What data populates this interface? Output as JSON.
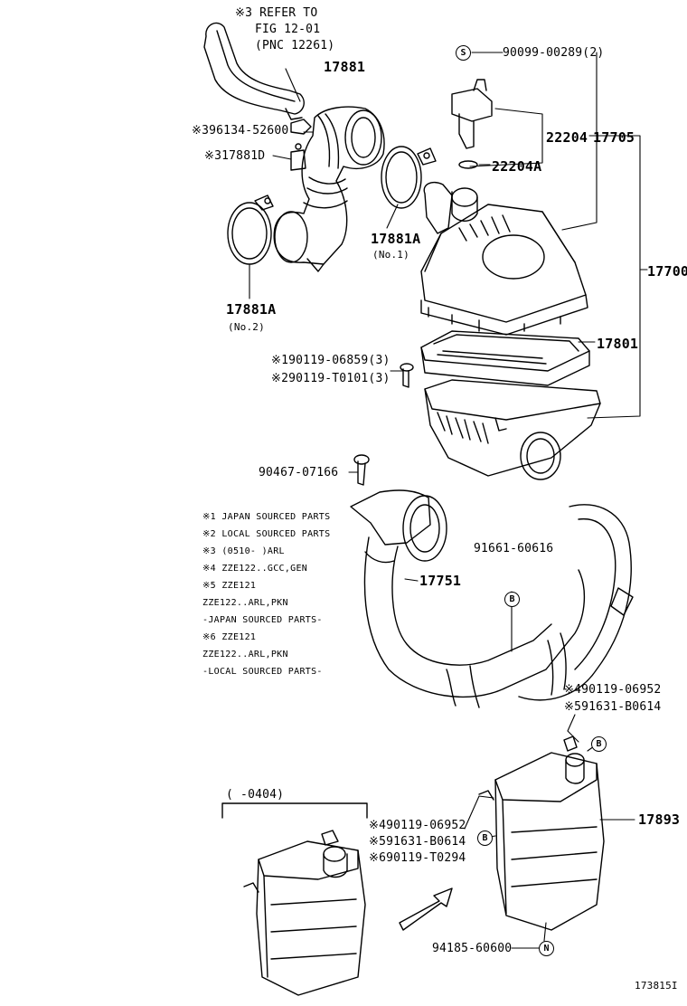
{
  "refer": {
    "line1": "※3 REFER TO",
    "line2": "FIG 12-01",
    "line3": "(PNC 12261)"
  },
  "parts": {
    "p17881": "17881",
    "p96134": "※396134-52600",
    "p17881D": "※317881D",
    "p17881A_1": "17881A",
    "p17881A_1_note": "(No.1)",
    "p17881A_2": "17881A",
    "p17881A_2_note": "(No.2)",
    "p90099": "90099-00289(2)",
    "p22204": "22204",
    "p17705": "17705",
    "p22204A": "22204A",
    "p17700": "17700",
    "p17801": "17801",
    "p90119_06859": "※190119-06859(3)",
    "p90119_T0101": "※290119-T0101(3)",
    "p90467": "90467-07166",
    "p91661": "91661-60616",
    "p17751": "17751",
    "p90119_06952_a": "※490119-06952",
    "p91631_a": "※591631-B0614",
    "p17893": "17893",
    "p90119_06952_b": "※490119-06952",
    "p91631_b": "※591631-B0614",
    "p90119_T0294": "※690119-T0294",
    "p94185": "94185-60600",
    "range": "(      -0404)"
  },
  "notes": [
    "※1 JAPAN SOURCED PARTS",
    "※2 LOCAL SOURCED PARTS",
    "※3 (0510-     )ARL",
    "※4 ZZE122..GCC,GEN",
    "※5 ZZE121",
    "    ZZE122..ARL,PKN",
    "    -JAPAN SOURCED PARTS-",
    "※6 ZZE121",
    "    ZZE122..ARL,PKN",
    "    -LOCAL SOURCED PARTS-"
  ],
  "markers": {
    "S": "S",
    "B": "B",
    "N": "N"
  },
  "figure_id": "173815I"
}
